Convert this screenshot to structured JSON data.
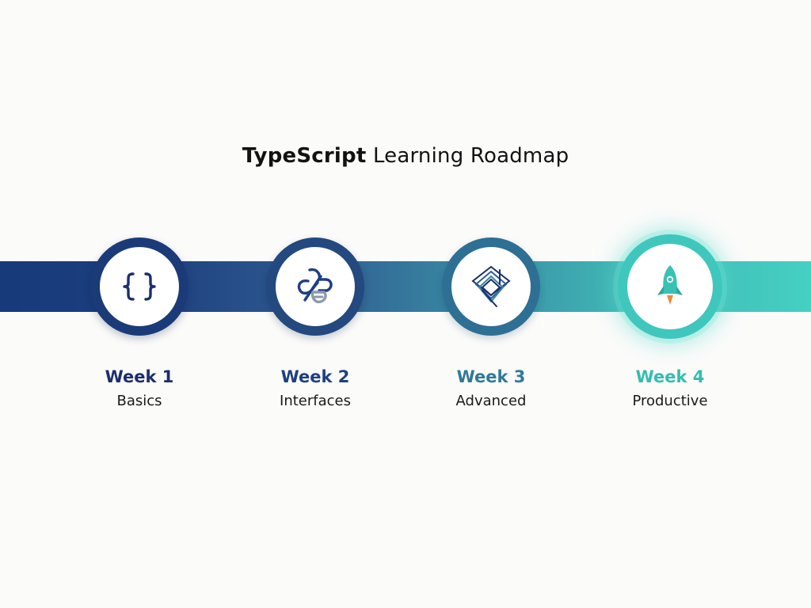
{
  "title": {
    "strong": "TypeScript",
    "rest": "Learning Roadmap"
  },
  "steps": [
    {
      "week": "Week 1",
      "topic": "Basics",
      "icon": "curly-braces-icon",
      "color": "#1b2f6b"
    },
    {
      "week": "Week 2",
      "topic": "Interfaces",
      "icon": "interlocking-shapes-icon",
      "color": "#1e3f84"
    },
    {
      "week": "Week 3",
      "topic": "Advanced",
      "icon": "layered-diamonds-icon",
      "color": "#2f7a9a"
    },
    {
      "week": "Week 4",
      "topic": "Productive",
      "icon": "rocket-icon",
      "color": "#34bdb0"
    }
  ],
  "colors": {
    "track_start": "#163a7a",
    "track_end": "#45d0c2",
    "rocket_flame": "#f08a3c"
  }
}
